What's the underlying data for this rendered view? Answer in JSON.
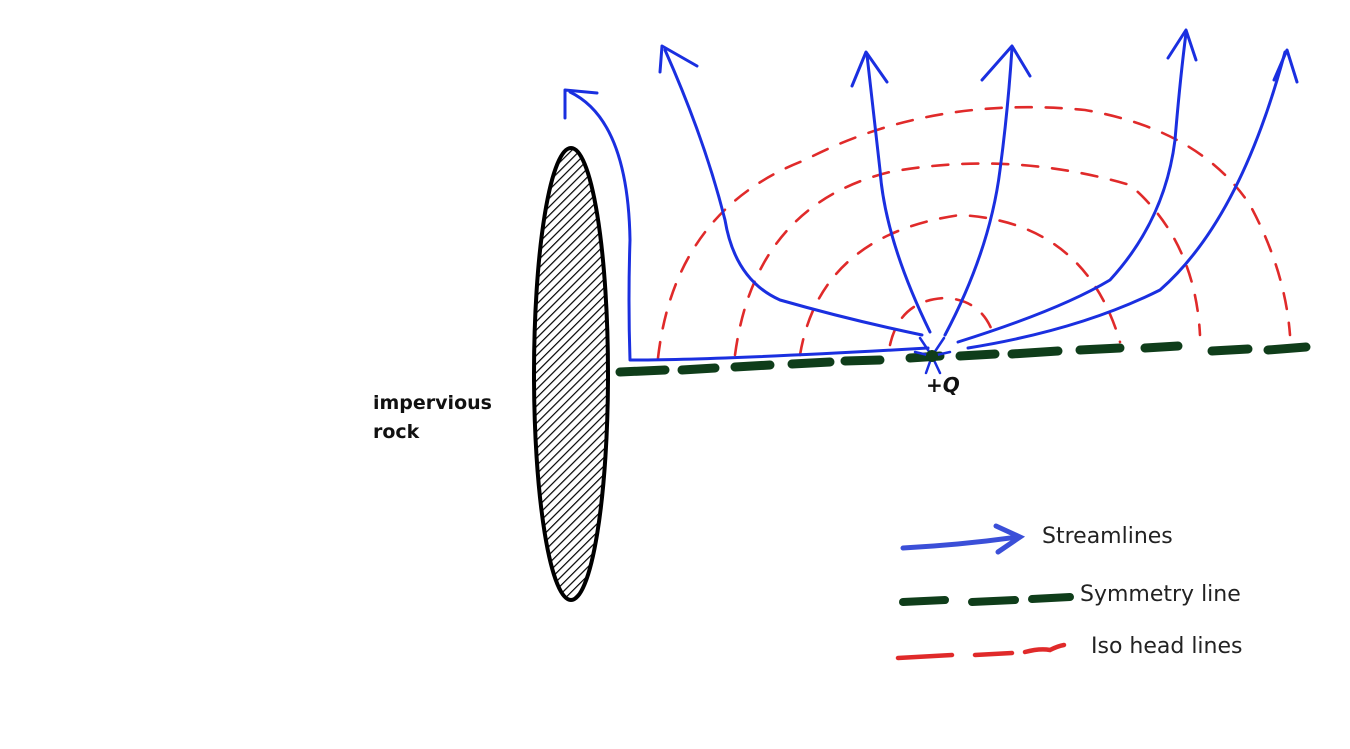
{
  "labels": {
    "rock_line1": "impervious",
    "rock_line2": "rock",
    "source": "+Q"
  },
  "legend": {
    "streamlines": "Streamlines",
    "symmetry": "Symmetry line",
    "iso_head": "Iso head lines"
  },
  "colors": {
    "streamline": "#1a2fe0",
    "symmetry": "#0f3d1a",
    "iso_head": "#e02a2a",
    "rock_outline": "#000000"
  }
}
